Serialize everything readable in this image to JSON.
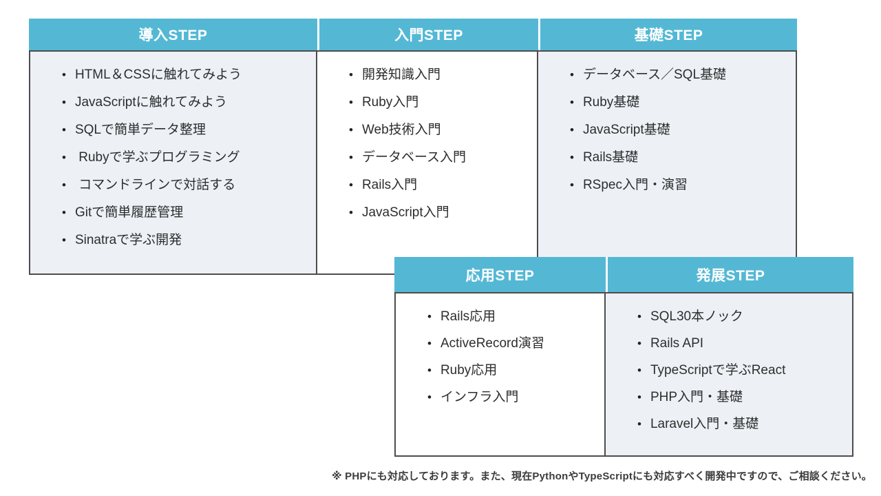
{
  "colors": {
    "header_bg": "#54b8d5",
    "header_text": "#ffffff",
    "panel_bg_tinted": "#edf1f6",
    "panel_bg_white": "#ffffff",
    "panel_border": "#4c4c4c",
    "item_text": "#2d2d2d",
    "footnote_text": "#3b3b3b"
  },
  "icons": {
    "bullet": "•"
  },
  "tables": [
    {
      "columns": [
        {
          "header": "導入STEP",
          "items": [
            "HTML＆CSSに触れてみよう",
            "JavaScriptに触れてみよう",
            "SQLで簡単データ整理",
            " Rubyで学ぶプログラミング",
            " コマンドラインで対話する",
            "Gitで簡単履歴管理",
            "Sinatraで学ぶ開発"
          ]
        },
        {
          "header": "入門STEP",
          "items": [
            "開発知識入門",
            "Ruby入門",
            "Web技術入門",
            "データベース入門",
            "Rails入門",
            "JavaScript入門"
          ]
        },
        {
          "header": "基礎STEP",
          "items": [
            "データベース／SQL基礎",
            "Ruby基礎",
            "JavaScript基礎",
            "Rails基礎",
            "RSpec入門・演習"
          ]
        }
      ]
    },
    {
      "columns": [
        {
          "header": "応用STEP",
          "items": [
            "Rails応用",
            "ActiveRecord演習",
            "Ruby応用",
            "インフラ入門"
          ]
        },
        {
          "header": "発展STEP",
          "items": [
            "SQL30本ノック",
            "Rails API",
            "TypeScriptで学ぶReact",
            "PHP入門・基礎",
            "Laravel入門・基礎"
          ]
        }
      ]
    }
  ],
  "footnote": {
    "text": "※ PHPにも対応しております。また、現在PythonやTypeScriptにも対応すべく開発中ですので、ご相談ください。"
  }
}
